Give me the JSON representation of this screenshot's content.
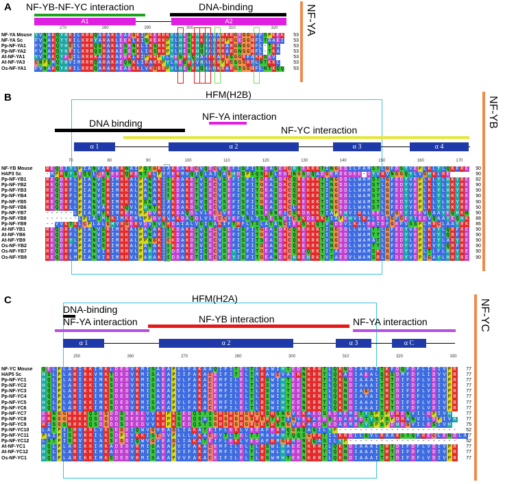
{
  "panels": {
    "A": {
      "label": "A",
      "side_label": "NF-YA",
      "interaction_label": "NF-YB-NF-YC interaction",
      "dna_label": "DNA-binding",
      "box_a1": "A1",
      "box_a2": "A2",
      "ticks": [
        "270",
        "280",
        "290",
        "300",
        "310",
        "320"
      ],
      "rows": [
        {
          "name": "NF-YA Mouse",
          "count": "53",
          "seq": "YVNAKQYHRILKRRQARAKLEAEGKIPKERRKYLHESRHRHAMARKRGEGGRFFSPKEK"
        },
        {
          "name": "NF-YA Sc",
          "count": "53",
          "seq": "FVNAKQYYRILKRRYARAKLEEKLRISRERKPYLHESRHKHAMRRPRGEGGRFLTAAEI"
        },
        {
          "name": "Pp-NF-YA1",
          "count": "53",
          "seq": "FVNAKQYHGILRRRQSRAKAESENKLIKSRKPYLHESRHQHALRRARGNGGRFL-TKA"
        },
        {
          "name": "Pp-NF-YA2",
          "count": "53",
          "seq": "FVNAKQYHRILKRRQSRAKAESENKLIKSRKPYLHESRHQHALRRARGNGGRFL-TKA"
        },
        {
          "name": "At-NF-YA1",
          "count": "53",
          "seq": "YVNAKQYEGILRRRKARAKAEEKLRIPRKPYLHESRHQHAMRRARGSGGRFAKKSEV"
        },
        {
          "name": "At-NF-YA3",
          "count": "53",
          "seq": "CNPQMQYHVIMRRRQARAKAEQNKLIRARKPYLHESRHVHALRRPRGSGGRFLNTKKL"
        },
        {
          "name": "Os-NF-YA1",
          "count": "53",
          "seq": "FVNAKQYHRILRRRQARAKAEAEKKLVKGRKPYLHESRHQHAMKRARGTGGRFLNTKQQ"
        }
      ]
    },
    "B": {
      "label": "B",
      "side_label": "NF-YB",
      "hfm_label": "HFM(H2B)",
      "dna_label": "DNA binding",
      "nfya_label": "NF-YA interaction",
      "nfyc_label": "NF-YC interaction",
      "helices": [
        "α 1",
        "α 2",
        "α 3",
        "α 4"
      ],
      "ticks": [
        "70",
        "80",
        "90",
        "100",
        "110",
        "120",
        "130",
        "140",
        "150",
        "160",
        "170"
      ],
      "rows": [
        {
          "name": "NF-YB Mouse",
          "count": "90",
          "seq": "REQDIYLPIANVARIMKNAIPQTGKIAKDAKECVQECVSEFISFITSEASERCHQEKRKTINGEDILFAMSTLGFDSYVEPLKLYLQKFRE"
        },
        {
          "name": "HAP3 Sc",
          "count": "90",
          "seq": "-MPRQYSEQQLCENEEKQRDNTRLPVFERMVQIQLAIQAGHDQPSQSRSLEDRNGSDQADGEMDEDEE-DYVRVNGGQYLVGHKLRE"
        },
        {
          "name": "Pp-NF-YB1",
          "count": "82",
          "seq": "REQDRFLPIANVSRIMKKALPANAKISKDAKETVQECVSEFISFITGEASDKCQREKRKTINGDDLLWAMSTLGFEDYVEPLKLYLHKYRE"
        },
        {
          "name": "Pp-NF-YB2",
          "count": "90",
          "seq": "REQDRFLPIANVSRIMKKALPANAKISKDAKETVQECVSEFISFITGEASDKCQREKRKTINGDDLLWAMSTLGFEDYVEPLKLYLHKYRE"
        },
        {
          "name": "Pp-NF-YB3",
          "count": "90",
          "seq": "REQDRFLPIANVSRIMKKALPANAKISKDAKETVQECVSEFISFITGEASDKCQREKRKTINGDDLLWAMSTLGFEDYVEPLKLYLHKYRE"
        },
        {
          "name": "Pp-NF-YB4",
          "count": "90",
          "seq": "REQDRFLPIANVSRIMKKALPANAKISKDAKETVQECVSEFISFITGEASDKCQREKRKTINGDDLLWAMSTLGFEDYVEPLKLYLHKYRE"
        },
        {
          "name": "Pp-NF-YB5",
          "count": "90",
          "seq": "REQDRFLPIANVSRIMKKALPSNAKIAKDAKETVQECVSEFISFITGEASDKCQREKRKTINGDDLLWAMSTLGFEDYVEPLKLYLHKYRE"
        },
        {
          "name": "Pp-NF-YB6",
          "count": "90",
          "seq": "REQERLLPIANVARIMKQVLPHNTKIAKDAKDSVQECVSEFISFITSEASDKCLREKRKTINGDDLLWAMSTLGFEDYVEPLKLYLHKYRE"
        },
        {
          "name": "Pp-NF-YB7",
          "count": "90",
          "seq": "------LPIASMTKIMKEMLPPDVRVAKDAQDLVLECCVEFINLISSESNEICSKDERKTIAPEHVIRALEELGFGEYIEEVQAAYEQHKN"
        },
        {
          "name": "Pp-NF-YB8",
          "count": "88",
          "seq": "-------LPIASMTKIMKEMLPPDVRVAKDAQDLVLECCVEFINLISSESNEICSKDERKTIAPEHVIRALEELGFGEYIEEVQAAYEQHK"
        },
        {
          "name": "Pp-NF-YB9",
          "count": "86",
          "seq": "--VVKTKLCPLALGHVRGERVDVSVNKDAIALVSISAKIFTRFLTSLATANCIERSKRQTVNDDVLKALEEIDFGEFVSSPLMRCLAAYRK"
        },
        {
          "name": "At-NF-YB1",
          "count": "90",
          "seq": "REQDRFLPIANVSRIMKKALPANAKISKDAKETVQECVSEFISFITGEASDKCQREKRKTINGDDLLWAMTTLGFEDYVEPLKVYLQRFRE"
        },
        {
          "name": "At-NF-YB6",
          "count": "90",
          "seq": "REQDRFLPIANVSRIMKKALPANAKISKDAKETVQECVSEFISFITGEASDKCQREKRKTINGDDLLWAMTTLGFEDYVEPLKVYLQRFRE"
        },
        {
          "name": "At-NF-YB9",
          "count": "90",
          "seq": "REQDRYLPIANISRIMKKALPPNGKIGKDAKDTVQECVSEFISFITSEASDKCQKEKRKTVNGDDLLWAMATLGFEDYLEPLKIYLARYRE"
        },
        {
          "name": "Os-NF-YB2",
          "count": "90",
          "seq": "REQDRFLPIANVSRIMKKALPANAKISKDAKETVQECVSEFISFITGEASDKCQREKRKTINGDDLLWAMTTLGFEDYVEPLKVYLQRFRE"
        },
        {
          "name": "Os-NF-YB7",
          "count": "90",
          "seq": "REQDRFMPIANVIRIMRRVLPAHAKISDDAKETIQECVSEYISFITGEANERCQREQRKTITAEDVLWAMSKLGFDDYVEPLTLFLHRYRE"
        },
        {
          "name": "Os-NF-YB9",
          "count": "90",
          "seq": "REQDRLMPIANVIRIMRRVLPAHAKISDDAKETIQECVSEYISFITGEANERCHREHRKTVTAEDVLWAMSRLGFDDYVEPLGAYLHRYRE"
        }
      ]
    },
    "C": {
      "label": "C",
      "side_label": "NF-YC",
      "hfm_label": "HFM(H2A)",
      "dna_label": "DNA-binding",
      "nfya_label_left": "NF-YA interaction",
      "nfyb_label": "NF-YB interaction",
      "nfya_label_right": "NF-YA interaction",
      "helices": [
        "α 1",
        "α 2",
        "α 3",
        "α C"
      ],
      "ticks": [
        "250",
        "260",
        "270",
        "280",
        "300",
        "310",
        "320",
        "330"
      ],
      "rows": [
        {
          "name": "NF-YC Mouse",
          "count": "77",
          "seq": "QELPLARIKKIMKLDEDVKMISAEAPVLFAKAAQIFITELTLRAWIHTEDNKRRTLQRNDIAMAITKFDQFDFLIDIVPR"
        },
        {
          "name": "HAP5 Sc",
          "count": "77",
          "seq": "HSLPLARIRKVMKTDEDVKMISAEAPIIFAKACEIFITELTMRAWCVAERNKRRTLQKADIAEALQKSDMFDFLIDVVPR"
        },
        {
          "name": "Pp-NF-YC1",
          "count": "77",
          "seq": "HQLPLARIKKIMKSDEDVRMISAEAPVLFAKACEMFILELTLRSWIHTEENKRRTLQKNDIAAAITRTDIFDFLVDIVPR"
        },
        {
          "name": "Pp-NF-YC2",
          "count": "77",
          "seq": "HQLPLARIKKIMKSDEDVRMISAEAPVLFAKACEMFILELTLRSWIHTEENKRRTLQKNDIAAAITRTDIFDFLVDIVPR"
        },
        {
          "name": "Pp-NF-YC3",
          "count": "77",
          "seq": "HQLPLARIKKIMKSDEDVRMISAEAPVLFAKACEMFILELTLRSWIHTEENKRRTLQKNDIAGAITRTDIFDFLVDIVPR"
        },
        {
          "name": "Pp-NF-YC4",
          "count": "77",
          "seq": "HQLPLARIKKIMKSDEDVKMISAEAPVLFAKACEMFILELTLRSWIHTEENKRRTLQKNDIAAAITRTDIFDFLVDIVPR"
        },
        {
          "name": "Pp-NF-YC5",
          "count": "77",
          "seq": "HQLPLARIKKIMKSDEDVRMISAEAPVLFAKACEMFILELTLRSWIHTEENKRRTLQKNDIAAAITRTDIFDFLVDIVPR"
        },
        {
          "name": "Pp-NF-YC6",
          "count": "77",
          "seq": "HQLPLARIKKIMKSDEDVRMISAEAPVLFAKACEMFILELTLRSWIHTEENKRRTLQKNDIAAAITRTDIFDFLVDIVPR"
        },
        {
          "name": "Pp-NF-YC7",
          "count": "77",
          "seq": "ERNGGRRRKQSDGDDSDEEEVVKRPKSEDQSTSGRGRGRGRGRSRSNGVEKAEDSEDAEMDTYSPSPDRENVILDPIVH"
        },
        {
          "name": "Pp-NF-YC8",
          "count": "77",
          "seq": "ERNGGRRKKQSDGDDSDEEEVVKRPKSEEQSASGRGRGRGGRGRTRTIGVEKAEDSEDAEMDTYSPSPDRANVILDPIVH"
        },
        {
          "name": "Pp-NF-YC9",
          "count": "75",
          "seq": "RISGSRRKKQSDGDDSDEEDVVKRPKSEDQSTSGRGRGRGRGRSRSNGVEKAEDSEDAEMDTYSPSPDHEGVILDSIVH"
        },
        {
          "name": "Pp-NF-YC10",
          "count": "52",
          "seq": "LATPISRVRRLVKSEGDIQWVGVEAGLIAKATEIFLEKLVEDAFERMQGNQASILYP-----------------------"
        },
        {
          "name": "Pp-NF-YC11",
          "count": "77",
          "seq": "PAIPISRVRRILKSDPEVKKISCDVPALLAKACEVTLTELTTMAWMHTQQSGRRTILKRDLLQVLRAAKSTQFRECLENDLA"
        },
        {
          "name": "Pp-NF-YC12",
          "count": "52",
          "seq": "LSTPISRVRRLAKSEGDIQWVGVEAGLIAKATEIFLEKLVEDAFRMGRMDNRQASILYP---------------------"
        },
        {
          "name": "At-NF-YC1",
          "count": "77",
          "seq": "HQLPLARIKKIMKADEDVRMISAEAPVIFAKACEMFILELTLRSWLHAEENKRRTLQKNDIAAAITRTDIFDFLVDIVPR"
        },
        {
          "name": "At-NF-YC12",
          "count": "77",
          "seq": "HQLPLARIKKIMKADEDVRMISAEAPVIFAKACEMFILELTLRSWLHAEENKRRTLQKNDIAAAITRTDIFDFLVDIVPR"
        },
        {
          "name": "Os-NF-YC1",
          "count": "77",
          "seq": "HQLPLARIKKIMKSDEDVRMISAEAPVVFAKACEIFILELTLRSWMHTEENKRRTLQKNDIAAAITRTDIFDFLVDIVPR"
        }
      ]
    }
  },
  "colors": {
    "green_bar": "#1fa31f",
    "black_bar": "#000000",
    "magenta": "#e020e0",
    "yellow": "#e6e63a",
    "red": "#e61919",
    "purple": "#b44ee0",
    "helix_blue": "#1f3aa8",
    "cyan_box": "#33c4e0",
    "orange_side": "#f08a4b"
  }
}
